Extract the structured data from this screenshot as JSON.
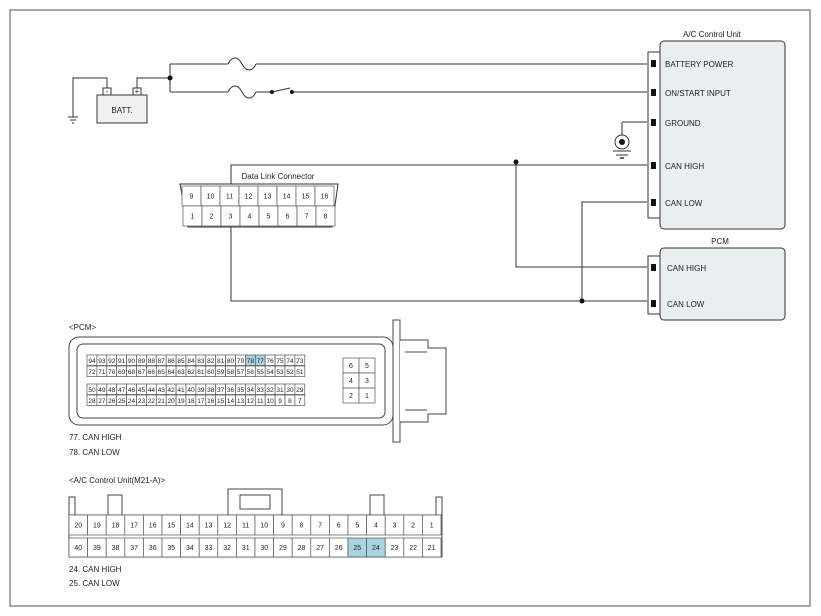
{
  "battery": {
    "label": "BATT.",
    "neg": "-",
    "pos": "+"
  },
  "ac_unit": {
    "title": "A/C Control Unit",
    "pins": [
      "BATTERY POWER",
      "ON/START INPUT",
      "GROUND",
      "CAN HIGH",
      "CAN LOW"
    ]
  },
  "pcm_box": {
    "title": "PCM",
    "pins": [
      "CAN HIGH",
      "CAN LOW"
    ]
  },
  "dlc": {
    "title": "Data Link Connector",
    "top": [
      "9",
      "10",
      "11",
      "12",
      "13",
      "14",
      "15",
      "16"
    ],
    "bottom": [
      "1",
      "2",
      "3",
      "4",
      "5",
      "6",
      "7",
      "8"
    ]
  },
  "pcm_connector": {
    "title": "<PCM>",
    "row1": [
      "94",
      "93",
      "92",
      "91",
      "90",
      "89",
      "88",
      "87",
      "86",
      "85",
      "84",
      "83",
      "82",
      "81",
      "80",
      "79",
      "78",
      "77",
      "76",
      "75",
      "74",
      "73"
    ],
    "row2": [
      "72",
      "71",
      "70",
      "69",
      "68",
      "67",
      "66",
      "65",
      "64",
      "63",
      "62",
      "61",
      "60",
      "59",
      "58",
      "57",
      "56",
      "55",
      "54",
      "53",
      "52",
      "51"
    ],
    "row3": [
      "50",
      "49",
      "48",
      "47",
      "46",
      "45",
      "44",
      "43",
      "42",
      "41",
      "40",
      "39",
      "38",
      "37",
      "36",
      "35",
      "34",
      "33",
      "32",
      "31",
      "30",
      "29"
    ],
    "row4": [
      "28",
      "27",
      "26",
      "25",
      "24",
      "23",
      "22",
      "21",
      "20",
      "19",
      "18",
      "17",
      "16",
      "15",
      "14",
      "13",
      "12",
      "11",
      "10",
      "9",
      "8",
      "7"
    ],
    "small": [
      "6",
      "5",
      "4",
      "3",
      "2",
      "1"
    ],
    "highlight": [
      "78",
      "77"
    ],
    "notes": [
      "77. CAN HIGH",
      "78. CAN LOW"
    ]
  },
  "ac_connector": {
    "title": "<A/C Control Unit(M21-A)>",
    "row1": [
      "20",
      "19",
      "18",
      "17",
      "16",
      "15",
      "14",
      "13",
      "12",
      "11",
      "10",
      "9",
      "8",
      "7",
      "6",
      "5",
      "4",
      "3",
      "2",
      "1"
    ],
    "row2": [
      "40",
      "39",
      "38",
      "37",
      "36",
      "35",
      "34",
      "33",
      "32",
      "31",
      "30",
      "29",
      "28",
      "27",
      "26",
      "25",
      "24",
      "23",
      "22",
      "21"
    ],
    "highlight": [
      "25",
      "24"
    ],
    "notes": [
      "24. CAN HIGH",
      "25. CAN LOW"
    ]
  },
  "colors": {
    "highlight": "#a8d4df",
    "box_fill": "#e9eef0",
    "line": "#333333"
  }
}
